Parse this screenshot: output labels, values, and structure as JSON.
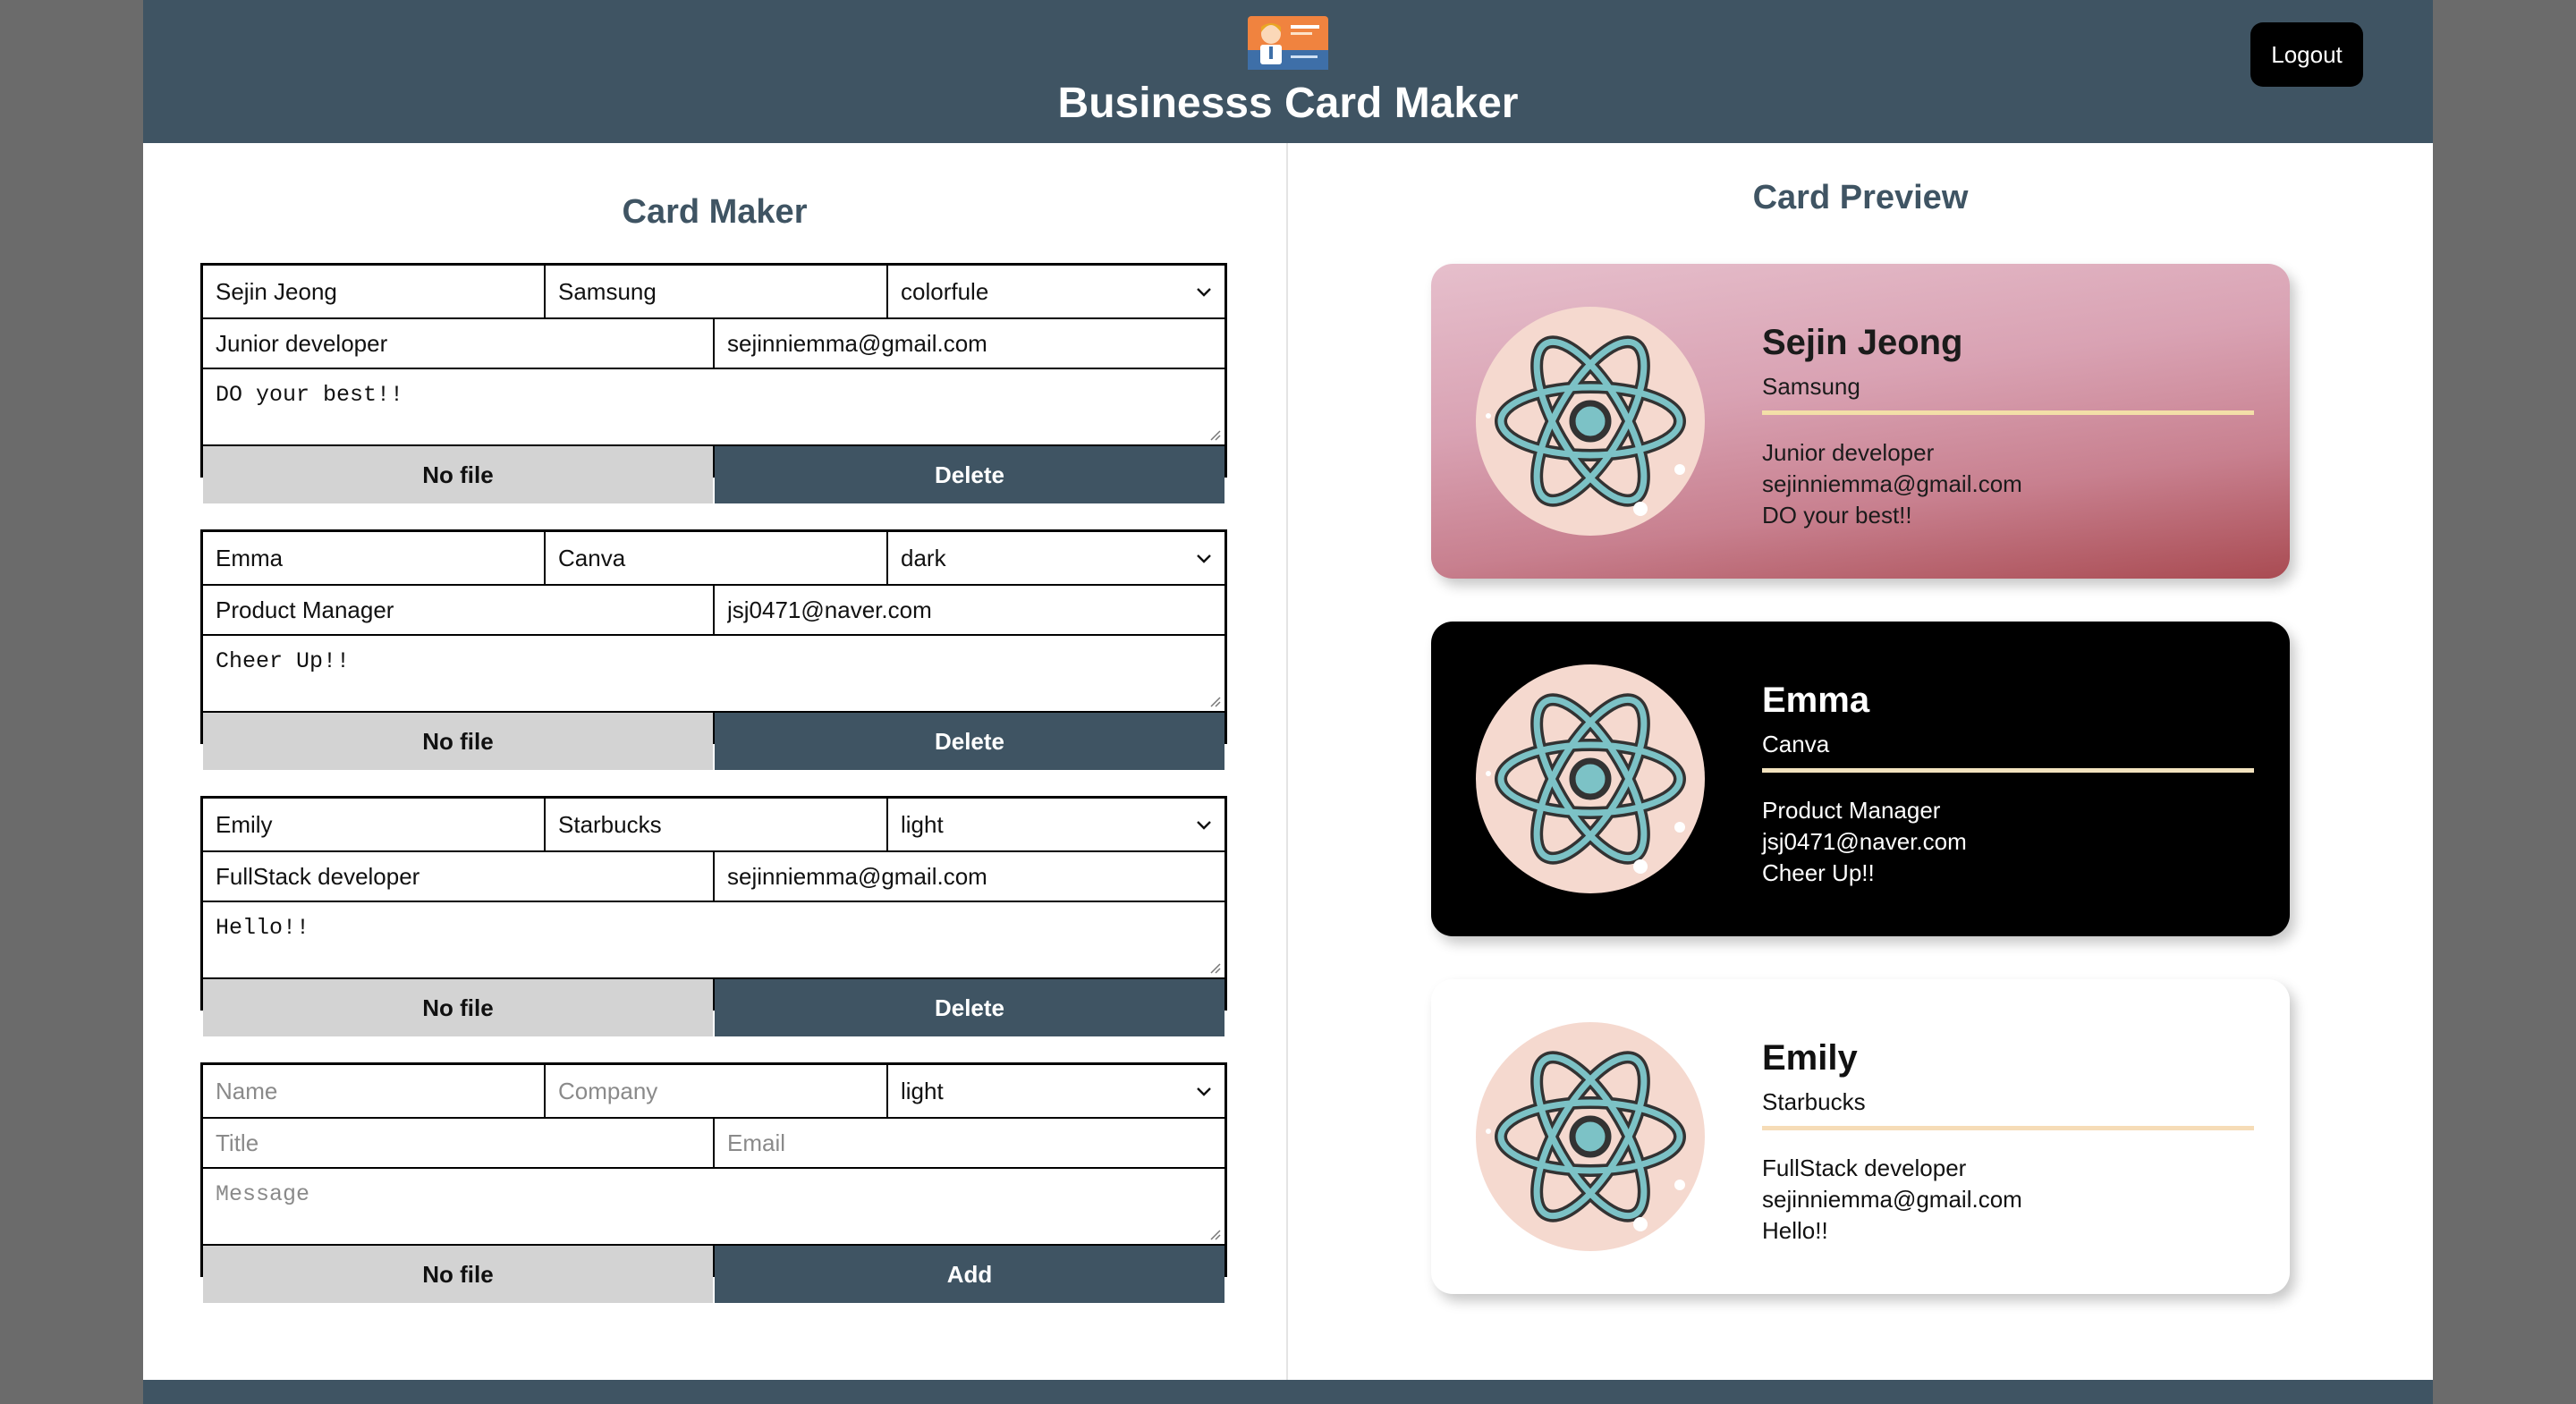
{
  "app": {
    "title": "Businesss Card Maker",
    "logout_label": "Logout"
  },
  "maker": {
    "title": "Card Maker",
    "cards": [
      {
        "name": "Sejin Jeong",
        "company": "Samsung",
        "theme": "colorfule",
        "title": "Junior developer",
        "email": "sejinniemma@gmail.com",
        "message": "DO your best!!",
        "file_label": "No file",
        "action_label": "Delete"
      },
      {
        "name": "Emma",
        "company": "Canva",
        "theme": "dark",
        "title": "Product Manager",
        "email": "jsj0471@naver.com",
        "message": "Cheer Up!!",
        "file_label": "No file",
        "action_label": "Delete"
      },
      {
        "name": "Emily",
        "company": "Starbucks",
        "theme": "light",
        "title": "FullStack developer",
        "email": "sejinniemma@gmail.com",
        "message": "Hello!!",
        "file_label": "No file",
        "action_label": "Delete"
      }
    ],
    "add_form": {
      "name_placeholder": "Name",
      "company_placeholder": "Company",
      "theme": "light",
      "title_placeholder": "Title",
      "email_placeholder": "Email",
      "message_placeholder": "Message",
      "file_label": "No file",
      "action_label": "Add"
    }
  },
  "preview": {
    "title": "Card Preview",
    "cards": [
      {
        "name": "Sejin Jeong",
        "company": "Samsung",
        "title": "Junior developer",
        "email": "sejinniemma@gmail.com",
        "message": "DO your best!!"
      },
      {
        "name": "Emma",
        "company": "Canva",
        "title": "Product Manager",
        "email": "jsj0471@naver.com",
        "message": "Cheer Up!!"
      },
      {
        "name": "Emily",
        "company": "Starbucks",
        "title": "FullStack developer",
        "email": "sejinniemma@gmail.com",
        "message": "Hello!!"
      }
    ]
  },
  "colors": {
    "header": "#3f5463",
    "accent": "#3f5463",
    "file_button": "#d3d3d3",
    "avatar_bg": "#f5d9cf",
    "atom": "#7cc2c6"
  },
  "icons": {
    "logo": "business-card-icon",
    "avatar": "atom-icon",
    "select": "chevron-down-icon"
  }
}
